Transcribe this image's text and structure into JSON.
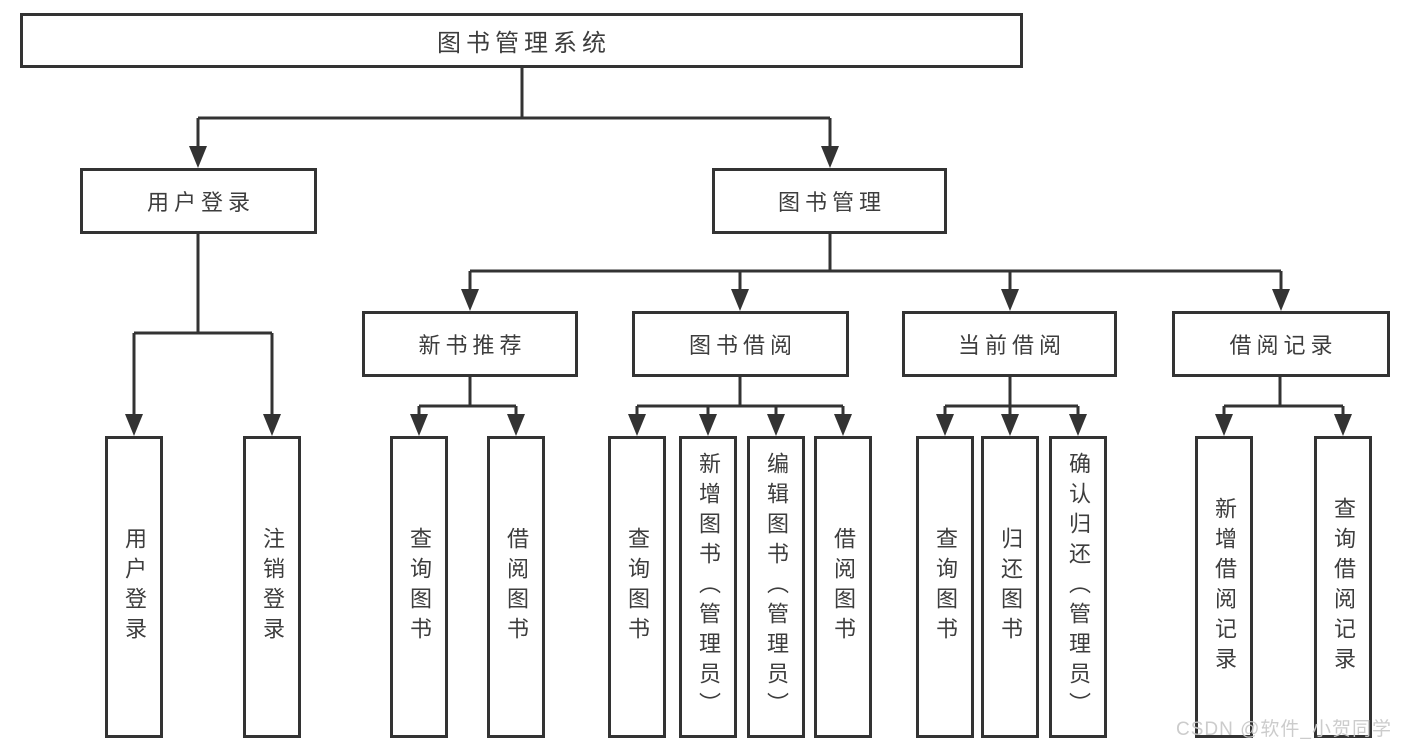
{
  "root": {
    "label": "图书管理系统"
  },
  "branches": {
    "user_login": {
      "label": "用户登录",
      "children": [
        {
          "label": "用户登录"
        },
        {
          "label": "注销登录"
        }
      ]
    },
    "book_management": {
      "label": "图书管理",
      "children": [
        {
          "label": "新书推荐",
          "children": [
            {
              "label": "查询图书"
            },
            {
              "label": "借阅图书"
            }
          ]
        },
        {
          "label": "图书借阅",
          "children": [
            {
              "label": "查询图书"
            },
            {
              "label": "新增图书（管理员）"
            },
            {
              "label": "编辑图书（管理员）"
            },
            {
              "label": "借阅图书"
            }
          ]
        },
        {
          "label": "当前借阅",
          "children": [
            {
              "label": "查询图书"
            },
            {
              "label": "归还图书"
            },
            {
              "label": "确认归还（管理员）"
            }
          ]
        },
        {
          "label": "借阅记录",
          "children": [
            {
              "label": "新增借阅记录"
            },
            {
              "label": "查询借阅记录"
            }
          ]
        }
      ]
    }
  },
  "watermark": "CSDN @软件_小贺同学",
  "colors": {
    "line": "#333333",
    "text": "#3d3d3d",
    "background": "#ffffff",
    "watermark": "#c9c9c9"
  }
}
